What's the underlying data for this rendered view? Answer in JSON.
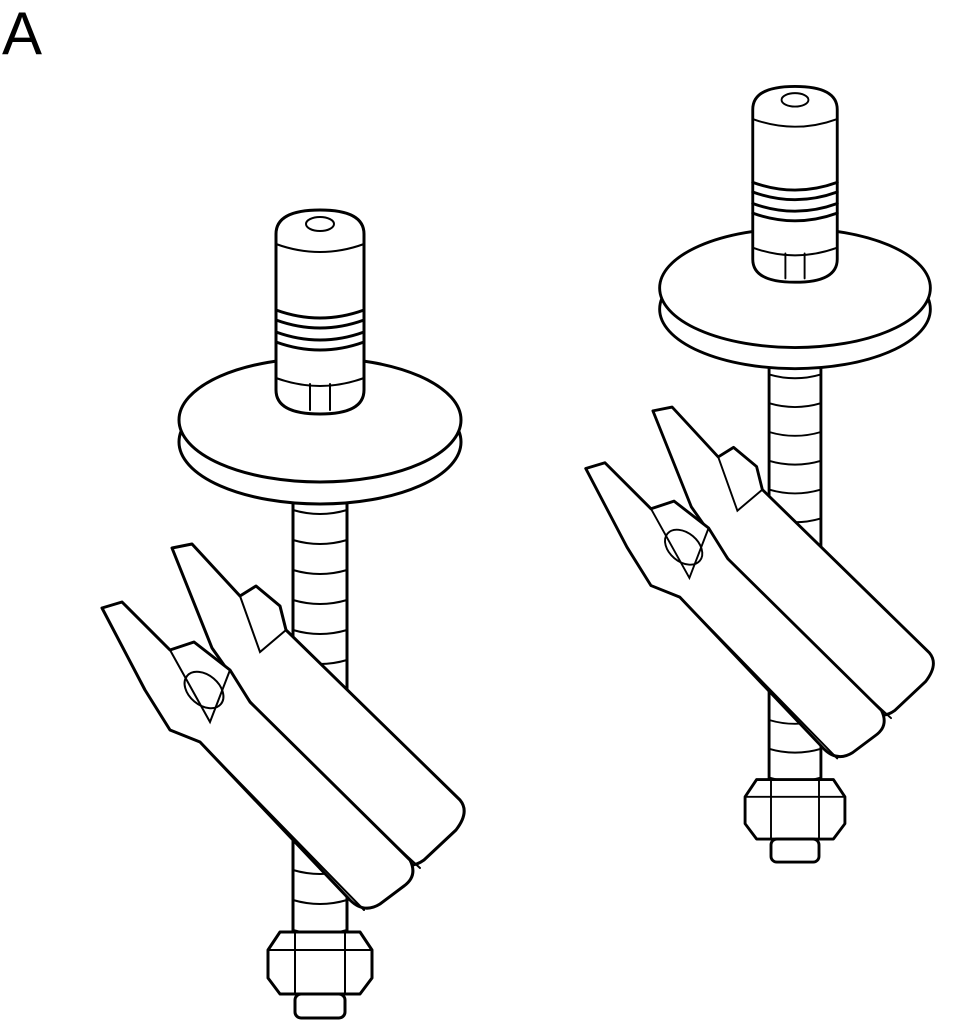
{
  "figure": {
    "panel_label": "A",
    "items": [
      {
        "name": "bolt-assembly-left"
      },
      {
        "name": "bolt-assembly-right"
      }
    ],
    "colors": {
      "line": "#000000",
      "fill": "#ffffff"
    }
  }
}
